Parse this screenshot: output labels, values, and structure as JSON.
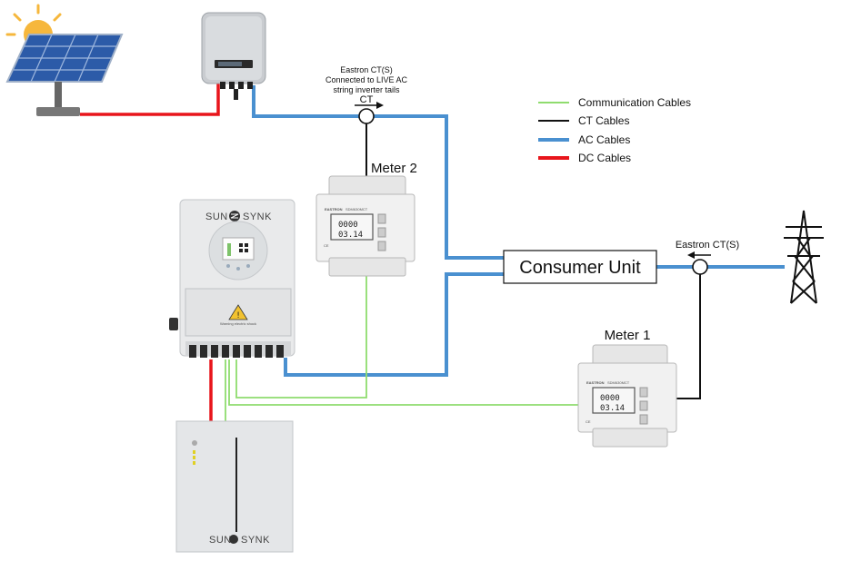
{
  "ct_note": {
    "line1": "Eastron CT(S)",
    "line2": "Connected to LIVE AC",
    "line3": "string inverter tails",
    "ct_label": "CT"
  },
  "meter2_label": "Meter 2",
  "meter1_label": "Meter 1",
  "consumer_unit_label": "Consumer Unit",
  "grid_ct_label": "Eastron CT(S)",
  "legend": [
    {
      "label": "Communication Cables",
      "color": "#8fdc6e"
    },
    {
      "label": "CT Cables",
      "color": "#111111"
    },
    {
      "label": "AC Cables",
      "color": "#4a90d0"
    },
    {
      "label": "DC Cables",
      "color": "#e8151b"
    }
  ],
  "inverter": {
    "brand_left": "SUN",
    "brand_right": "SYNK",
    "warning_text": "Warning electric shock"
  },
  "battery": {
    "brand_left": "SUN",
    "brand_right": "SYNK"
  },
  "meter_display": {
    "brand": "EASTRON",
    "model": "SDM630MCT",
    "reading_top": "0000",
    "reading_bottom": "03.14"
  },
  "colors": {
    "ac": "#4a90d0",
    "dc": "#e8151b",
    "comm": "#8fdc6e",
    "ct": "#111111"
  }
}
